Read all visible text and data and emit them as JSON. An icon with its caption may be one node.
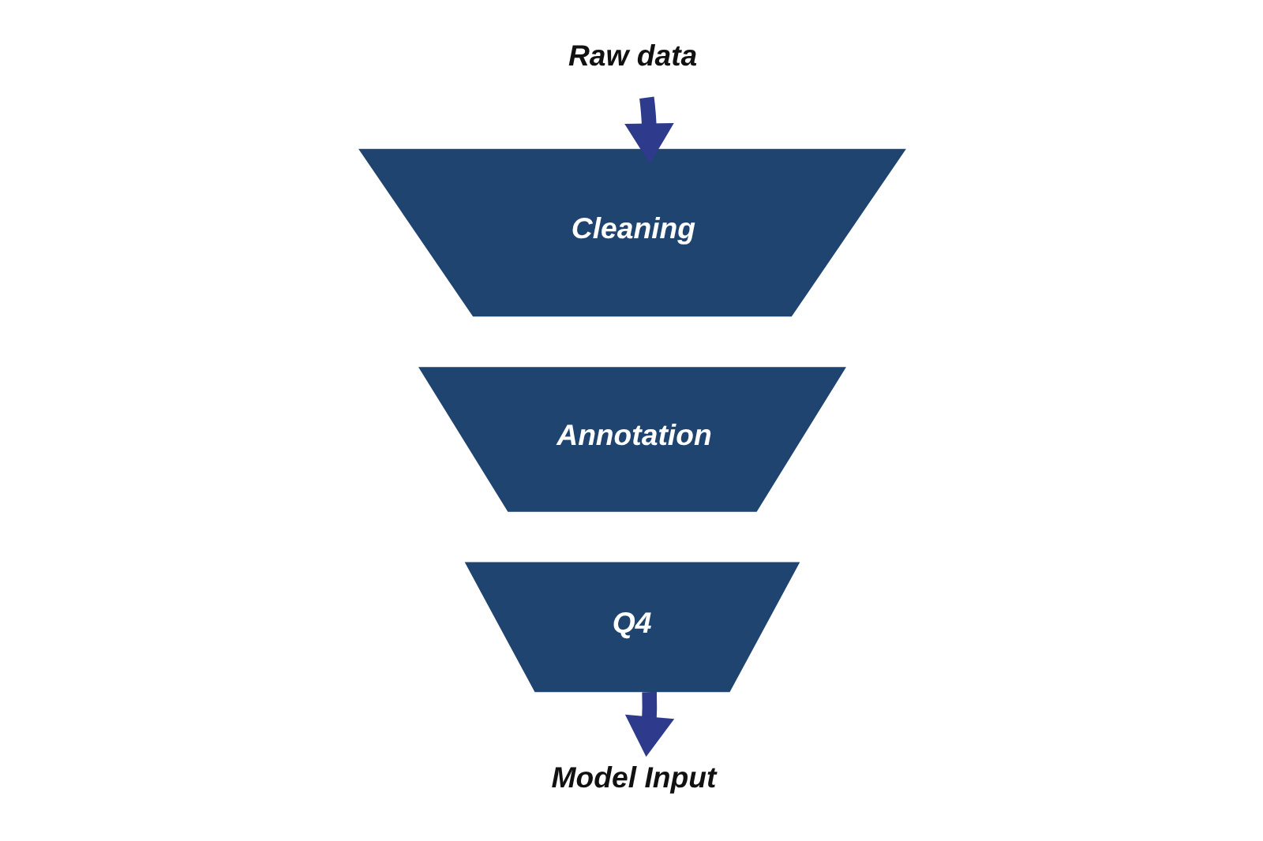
{
  "diagram": {
    "nodes": [
      {
        "text": [
          "Raw data"
        ]
      },
      {
        "text": [
          "Cleaning"
        ]
      },
      {
        "text": [
          "Annotation"
        ]
      },
      {
        "text": [
          "Q4"
        ]
      },
      {
        "text": [
          "Model Input"
        ]
      }
    ],
    "edges": [
      {
        "from": 0,
        "to": 1,
        "arrow": "to"
      },
      {
        "from": 3,
        "to": 4,
        "arrow": "to"
      }
    ]
  }
}
